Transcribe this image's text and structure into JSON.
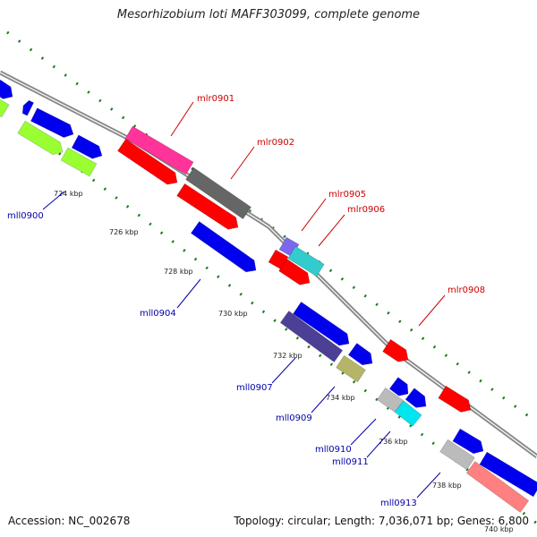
{
  "title": "Mesorhizobium loti MAFF303099, complete genome",
  "footer": {
    "accession": "Accession: NC_002678",
    "topology": "Topology: circular; Length: 7,036,071 bp; Genes: 6,800"
  },
  "colors": {
    "backbone": "#8a8a8a",
    "tick": "#1a7a1a",
    "forward_label": "#cc0000",
    "reverse_label": "#0000aa",
    "scale_label": "#222222"
  },
  "scale_labels": [
    "724 kbp",
    "726 kbp",
    "728 kbp",
    "730 kbp",
    "732 kbp",
    "734 kbp",
    "736 kbp",
    "738 kbp",
    "740 kbp"
  ],
  "gene_labels": [
    "mll0900",
    "mlr0901",
    "mlr0902",
    "mll0904",
    "mlr0905",
    "mlr0906",
    "mll0907",
    "mlr0908",
    "mll0909",
    "mll0910",
    "mll0911",
    "mll0913"
  ],
  "features": [
    {
      "color": "#0000ee"
    },
    {
      "color": "#99ff33"
    },
    {
      "color": "#0000ee"
    },
    {
      "color": "#0000ee"
    },
    {
      "color": "#99ff33"
    },
    {
      "color": "#0000ee"
    },
    {
      "color": "#99ff33"
    },
    {
      "color": "#ff3399"
    },
    {
      "color": "#ff0000"
    },
    {
      "color": "#666666"
    },
    {
      "color": "#ff0000"
    },
    {
      "color": "#0000ee"
    },
    {
      "color": "#7b68ee"
    },
    {
      "color": "#33cccc"
    },
    {
      "color": "#ff0000"
    },
    {
      "color": "#ff0000"
    },
    {
      "color": "#0000ee"
    },
    {
      "color": "#4b3f96"
    },
    {
      "color": "#0000ee"
    },
    {
      "color": "#b5b56a"
    },
    {
      "color": "#ff0000"
    },
    {
      "color": "#0000ee"
    },
    {
      "color": "#0000ee"
    },
    {
      "color": "#bbbbbb"
    },
    {
      "color": "#00e5ee"
    },
    {
      "color": "#ff0000"
    },
    {
      "color": "#0000ee"
    },
    {
      "color": "#bbbbbb"
    },
    {
      "color": "#ff8080"
    },
    {
      "color": "#0000ee"
    }
  ]
}
